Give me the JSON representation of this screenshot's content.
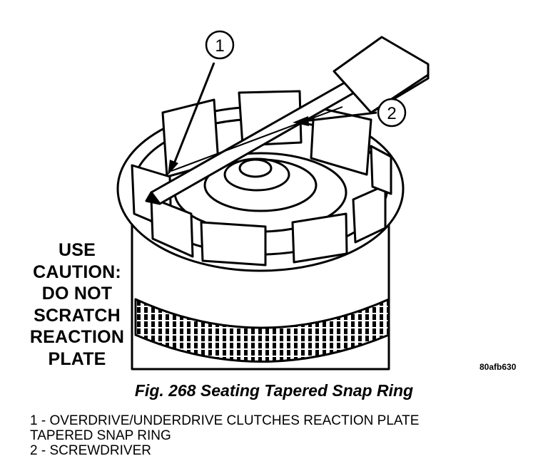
{
  "callouts": [
    "1",
    "2"
  ],
  "caution_lines": [
    "USE",
    "CAUTION:",
    "DO NOT",
    "SCRATCH",
    "REACTION",
    "PLATE"
  ],
  "figure_code": "80afb630",
  "caption": "Fig. 268 Seating Tapered Snap Ring",
  "legend": [
    "1 - OVERDRIVE/UNDERDRIVE CLUTCHES REACTION PLATE",
    "TAPERED SNAP RING",
    "2 - SCREWDRIVER"
  ]
}
